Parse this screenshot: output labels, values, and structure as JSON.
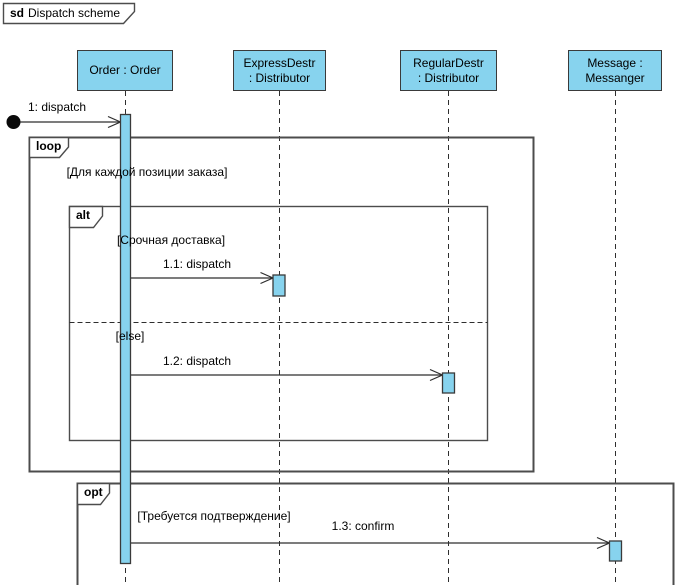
{
  "frame": {
    "keyword": "sd",
    "name": "Dispatch scheme"
  },
  "lifelines": [
    {
      "line1": "Order : Order",
      "line2": ""
    },
    {
      "line1": "ExpressDestr",
      "line2": ": Distributor"
    },
    {
      "line1": "RegularDestr",
      "line2": ": Distributor"
    },
    {
      "line1": "Message :",
      "line2": "Messanger"
    }
  ],
  "fragments": {
    "loop": {
      "operator": "loop",
      "guard": "[Для каждой позиции заказа]"
    },
    "alt": {
      "operator": "alt",
      "guard_urgent": "[Срочная доставка]",
      "guard_else": "[else]"
    },
    "opt": {
      "operator": "opt",
      "guard": "[Требуется подтверждение]"
    }
  },
  "messages": {
    "m1": "1: dispatch",
    "m2": "1.1: dispatch",
    "m3": "1.2: dispatch",
    "m4": "1.3: confirm"
  },
  "colors": {
    "shape_fill": "#87D3EE",
    "shape_border": "#3A3A3A",
    "frame_border": "#4C4C4C",
    "line_color": "#2E2E2E",
    "background": "#FFFFFF"
  }
}
